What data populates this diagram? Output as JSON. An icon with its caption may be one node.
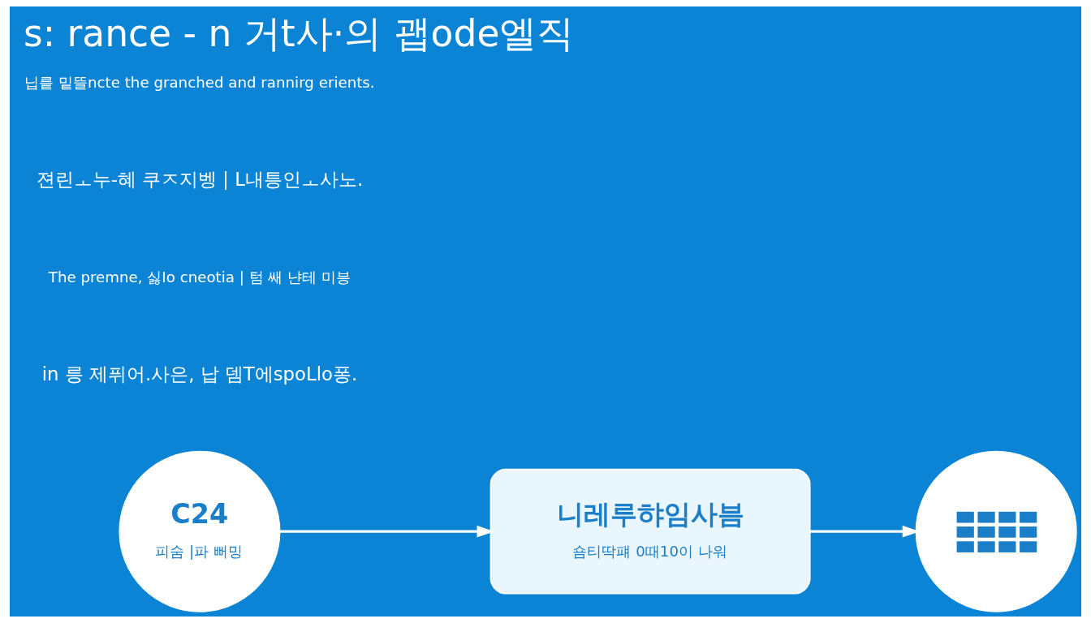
{
  "diagram": {
    "title": "s: rance - n 거t사·의 괩ode엘직",
    "nodes": [
      {
        "text": [
          "C24",
          "피숨 |파 뻐밍"
        ]
      },
      {
        "text": [
          "니레루햐임사븜",
          "숌티딱퍠 0때10이 나워"
        ]
      },
      {
        "text": [],
        "shape": "circle"
      }
    ],
    "edges": [
      {
        "from": 0,
        "to": 1,
        "arrow": "to"
      },
      {
        "from": 1,
        "to": 2,
        "arrow": "to"
      }
    ],
    "labels": [
      "in 릉 제퓌어.사은, 납 뎀T에spoLlo퐁.",
      "The premne, 싫Ⅰo cneotia | 텀 쌔 냔테 미븡",
      "젼린ㅗ누-혜 쿠ㅈ지벵 | L내틍인ㅗ사노.",
      "닙릍 밑뜰ncte the granched and rannirg erients."
    ]
  }
}
